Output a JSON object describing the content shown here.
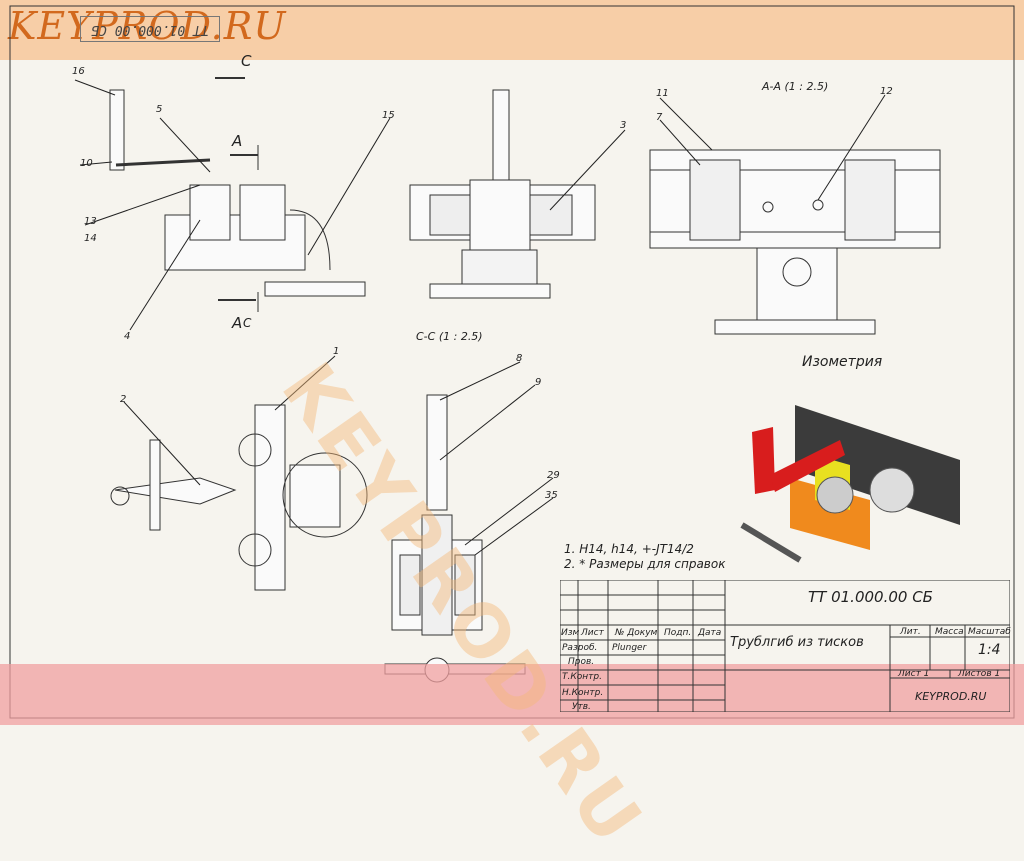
{
  "header": {
    "logo_text": "KEYPROD.RU",
    "stamp_text": "TT 01.000.00 CБ"
  },
  "watermark": "KEYPROD.RU",
  "views": {
    "section_c_label": "C",
    "section_a_label": "A",
    "section_cc": "С-С  (1 : 2.5)",
    "section_aa": "А-А  (1 : 2.5)",
    "isometric": "Изометрия"
  },
  "callouts": [
    "16",
    "5",
    "10",
    "13",
    "14",
    "4",
    "15",
    "3",
    "11",
    "7",
    "12",
    "1",
    "2",
    "8",
    "9",
    "29",
    "35"
  ],
  "notes": {
    "line1": "1. H14, h14, +-JT14/2",
    "line2": "2. * Размеры для справок"
  },
  "title_block": {
    "designation": "TT 01.000.00 CБ",
    "title": "Трублгиб из тисков",
    "col_izm": "Изм",
    "col_list": "Лист",
    "col_doc": "№ Докум",
    "col_sign": "Подп.",
    "col_date": "Дата",
    "row_razrab": "Разроб.",
    "razrab_name": "Plunger",
    "row_prov": "Пров.",
    "row_tkontr": "Т.Контр.",
    "row_nkontr": "Н.Контр.",
    "row_utv": "Утв.",
    "lit": "Лит.",
    "massa": "Масса",
    "masshtab": "Масштаб",
    "scale": "1:4",
    "sheet": "Лист 1",
    "sheets": "Листов 1",
    "company": "KEYPROD.RU"
  }
}
